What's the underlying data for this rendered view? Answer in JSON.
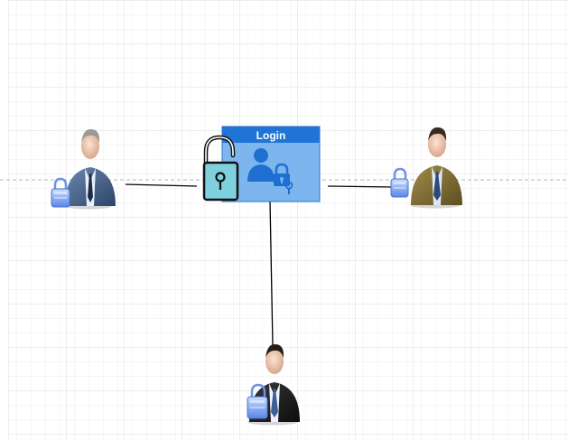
{
  "login_box": {
    "title": "Login"
  },
  "nodes": [
    {
      "id": "user-left",
      "icon": "businessman-gray-suit-icon",
      "badge": "padlock-icon"
    },
    {
      "id": "user-right",
      "icon": "businessman-olive-suit-icon",
      "badge": "padlock-icon"
    },
    {
      "id": "user-bottom",
      "icon": "businessman-black-suit-icon",
      "badge": "padlock-icon"
    }
  ],
  "colors": {
    "canvas_bg": "#ffffff",
    "grid_line": "#e3e3e3",
    "guide_line": "#b0b0b0",
    "login_fill": "#7ab5ee",
    "login_header": "#1f76d8",
    "login_border": "#1f6fcf",
    "connector": "#000000",
    "unlocked_padlock": "#7fd0dd"
  }
}
